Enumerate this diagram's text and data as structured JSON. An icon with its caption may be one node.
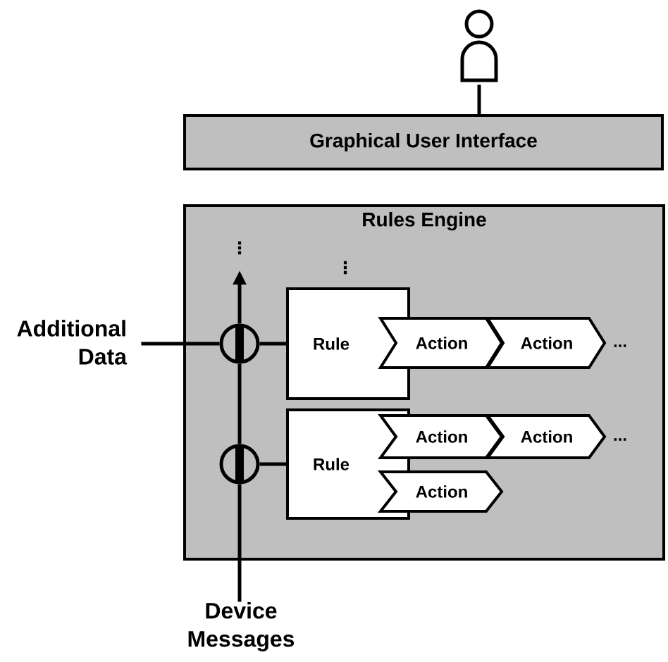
{
  "diagram": {
    "nodes": [
      {
        "text": [],
        "shape": "person"
      },
      {
        "text": [
          "Graphical User Interface"
        ]
      },
      {
        "text": [
          "Rules Engine"
        ]
      },
      {
        "text": [
          "Rule"
        ],
        "in": 2
      },
      {
        "text": [
          "Action"
        ],
        "in": 2
      },
      {
        "text": [
          "Action"
        ],
        "in": 2,
        "beside": [
          "..."
        ]
      },
      {
        "text": [
          "Rule"
        ],
        "in": 2
      },
      {
        "text": [
          "Action"
        ],
        "in": 2
      },
      {
        "text": [
          "Action"
        ],
        "in": 2,
        "beside": [
          "..."
        ]
      },
      {
        "text": [
          "Action"
        ],
        "in": 2
      },
      {
        "text": [],
        "shape": "circle",
        "in": 2
      },
      {
        "text": [],
        "shape": "circle",
        "in": 2
      },
      {
        "text": [
          "Additional Data"
        ]
      },
      {
        "text": [
          "Device Messages"
        ]
      }
    ],
    "edges": [
      {
        "from": 0,
        "to": 1,
        "arrow": "none"
      },
      {
        "from": 12,
        "to": 10,
        "arrow": "none"
      },
      {
        "from": 10,
        "to": 3,
        "arrow": "none"
      },
      {
        "from": 11,
        "to": 6,
        "arrow": "none"
      },
      {
        "from": 13,
        "to": 11,
        "arrow": "none"
      },
      {
        "from": 11,
        "to": 10,
        "arrow": "none"
      },
      {
        "from": 10,
        "to": null,
        "arrow": "to"
      }
    ],
    "labels": [
      "⋮",
      "⋮"
    ]
  }
}
